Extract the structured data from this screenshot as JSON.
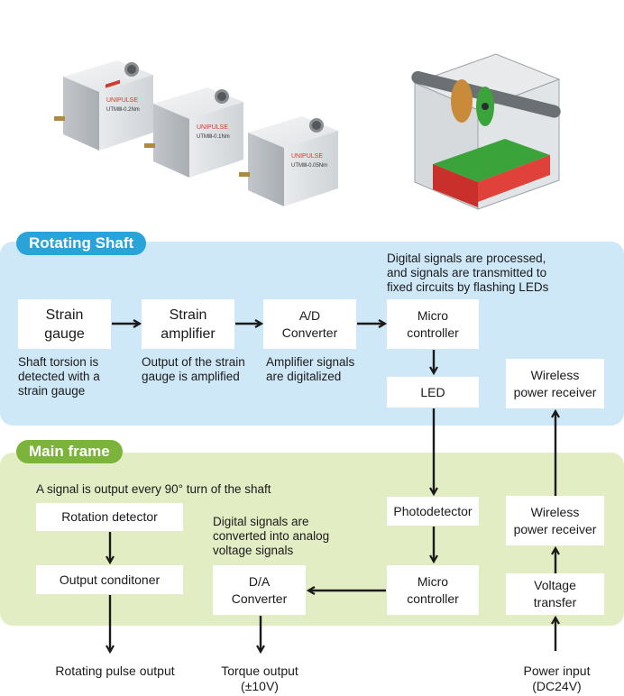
{
  "sections": {
    "rotating_shaft": "Rotating Shaft",
    "main_frame": "Main frame"
  },
  "rotating": {
    "strain_gauge": "Strain\ngauge",
    "strain_amplifier": "Strain\namplifier",
    "ad_converter": "A/D\nConverter",
    "micro_controller": "Micro\ncontroller",
    "led": "LED",
    "wireless_receiver": "Wireless\npower receiver",
    "note_strain_gauge": "Shaft torsion is\ndetected with a\nstrain gauge",
    "note_amplifier": "Output of the strain\ngauge is amplified",
    "note_converter": "Amplifier signals\nare digitalized",
    "note_leds": "Digital signals are processed,\nand signals are transmitted to\nfixed circuits by flashing LEDs"
  },
  "main": {
    "note_90": "A signal is output every 90° turn of the shaft",
    "rotation_detector": "Rotation detector",
    "output_conditioner": "Output conditoner",
    "note_analog": "Digital signals are\nconverted into analog\nvoltage signals",
    "da_converter": "D/A\nConverter",
    "photodetector": "Photodetector",
    "micro_controller": "Micro\ncontroller",
    "wireless_receiver": "Wireless\npower receiver",
    "voltage_transfer": "Voltage\ntransfer",
    "output_pulse": "Rotating pulse output",
    "output_torque": "Torque output\n(±10V)",
    "power_input": "Power input\n(DC24V)"
  },
  "product": {
    "brand": "UNIPULSE",
    "models": [
      "UTMⅢ-0.2Nm",
      "UTMⅢ-0.1Nm",
      "UTMⅢ-0.05Nm"
    ]
  },
  "colors": {
    "rotating_panel": "#cfe8f8",
    "rotating_tag": "#2aa3d8",
    "main_panel": "#e2edc4",
    "main_tag": "#7cb33a"
  }
}
